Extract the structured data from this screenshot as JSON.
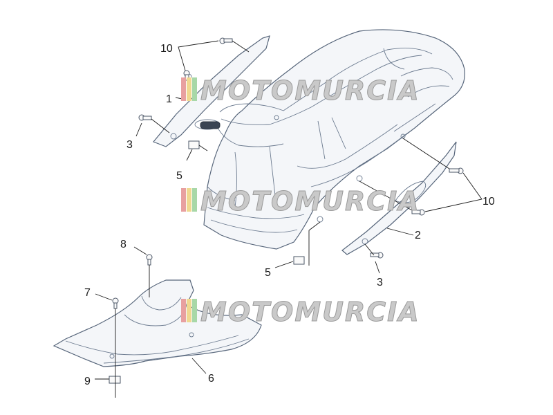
{
  "callouts": {
    "c10a": "10",
    "c1": "1",
    "c3a": "3",
    "c5a": "5",
    "c10b": "10",
    "c2": "2",
    "c3b": "3",
    "c5b": "5",
    "c8": "8",
    "c7": "7",
    "c9": "9",
    "c6": "6"
  },
  "watermark": {
    "text": "MOTOMURCIA",
    "stripe_colors": [
      "#e8a0a0",
      "#f0d890",
      "#a8d8a8"
    ]
  },
  "colors": {
    "part_stroke": "#56657a",
    "watermark_fill": "#c9c9c9"
  }
}
